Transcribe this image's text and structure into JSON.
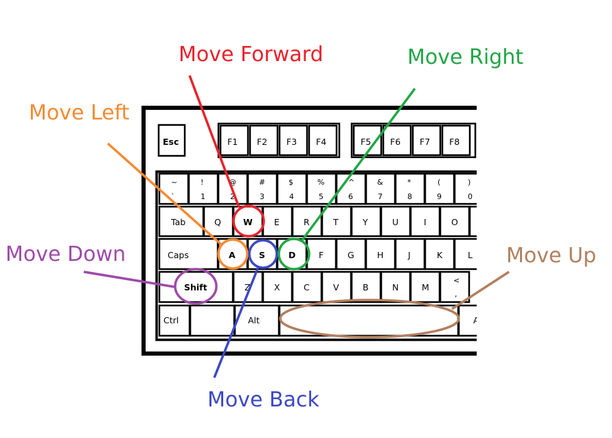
{
  "colors": {
    "forward": "#e8222c",
    "left": "#f58a32",
    "right": "#22a645",
    "down": "#9e4aa8",
    "back": "#3b48c4",
    "up": "#b17f5e"
  },
  "callouts": {
    "forward": "Move Forward",
    "left": "Move Left",
    "right": "Move Right",
    "down": "Move Down",
    "back": "Move Back",
    "up": "Move Up"
  },
  "keyboard": {
    "esc": "Esc",
    "f1": "F1",
    "f2": "F2",
    "f3": "F3",
    "f4": "F4",
    "f5": "F5",
    "f6": "F6",
    "f7": "F7",
    "f8": "F8",
    "num_top": [
      "~",
      "!",
      "@",
      "#",
      "$",
      "%",
      "^",
      "&",
      "*",
      "(",
      ")"
    ],
    "num_bottom": [
      "`",
      "1",
      "2",
      "3",
      "4",
      "5",
      "6",
      "7",
      "8",
      "9",
      "0"
    ],
    "tab": "Tab",
    "q": "Q",
    "w": "W",
    "e": "E",
    "r": "R",
    "t": "T",
    "y": "Y",
    "u": "U",
    "i": "I",
    "o": "O",
    "caps": "Caps",
    "a": "A",
    "s": "S",
    "d": "D",
    "f": "F",
    "g": "G",
    "h": "H",
    "j": "J",
    "k": "K",
    "l": "L",
    "shift": "Shift",
    "z": "Z",
    "x": "X",
    "c": "C",
    "v": "V",
    "b": "B",
    "n": "N",
    "m": "M",
    "lt_top": "<",
    "lt_bottom": ",",
    "ctrl": "Ctrl",
    "alt": "Alt",
    "alt_right": "A"
  }
}
